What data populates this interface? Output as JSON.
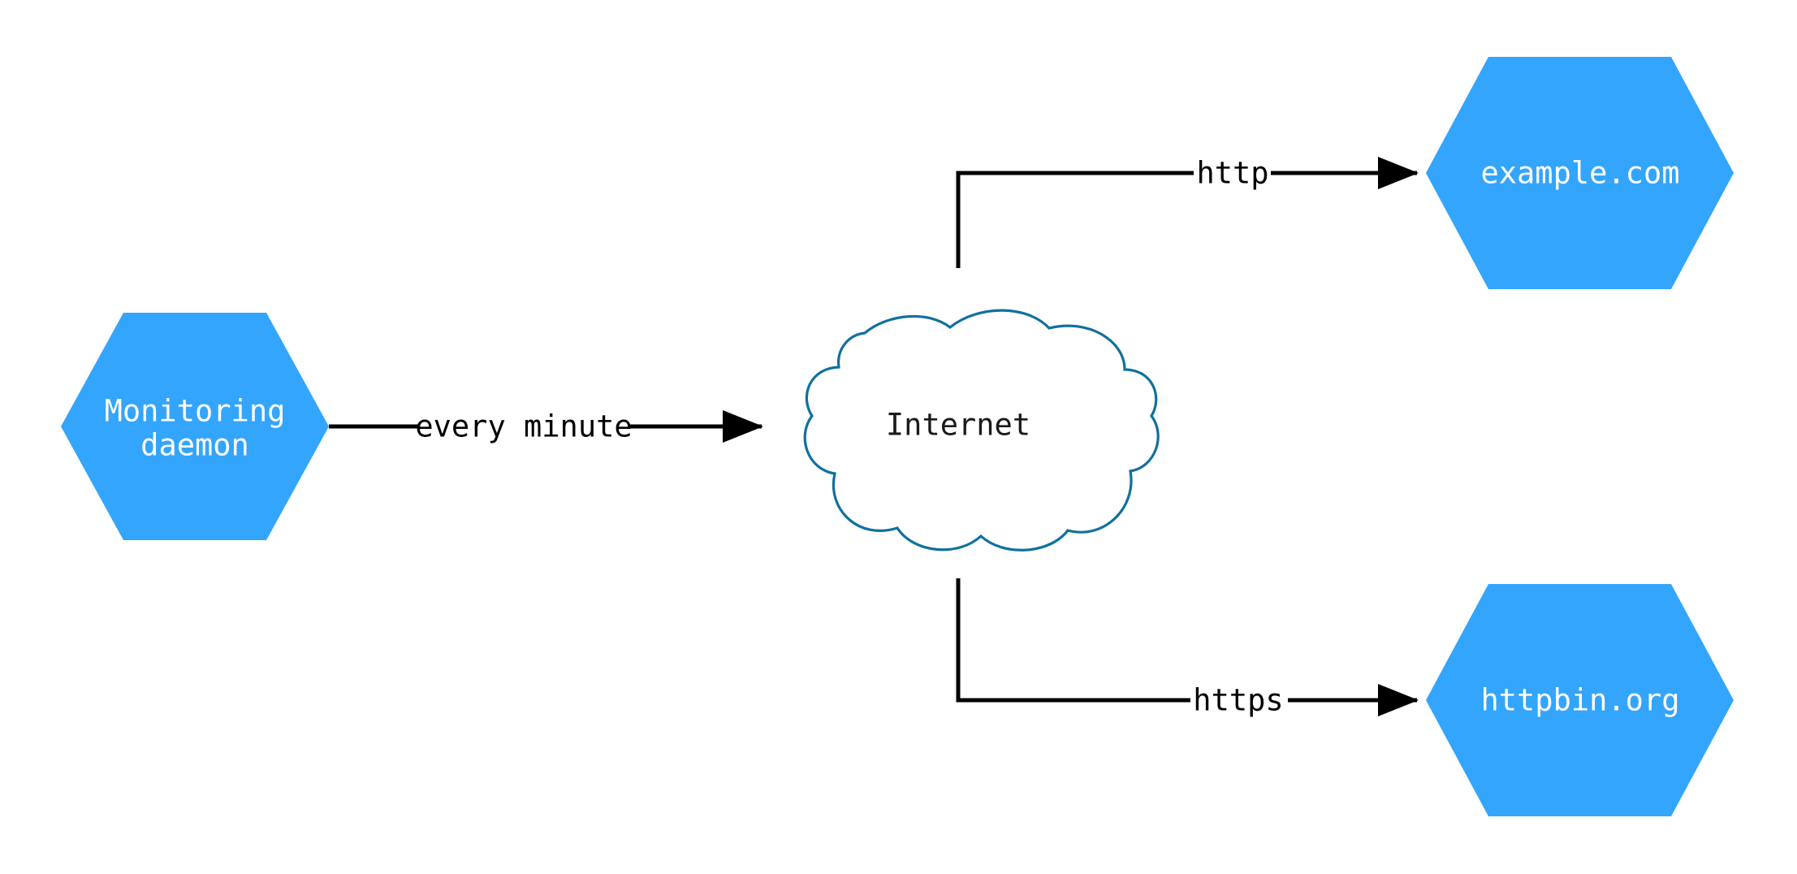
{
  "diagram": {
    "type": "network-flow-diagram",
    "background_color": "#ffffff",
    "node_fill_color": "#33a5fd",
    "node_text_color": "#ffffff",
    "cloud_stroke_color": "#10709f",
    "edge_color": "#000000",
    "nodes": [
      {
        "id": "monitoring-daemon",
        "shape": "hexagon",
        "label_line1": "Monitoring",
        "label_line2": "daemon"
      },
      {
        "id": "internet",
        "shape": "cloud",
        "label": "Internet"
      },
      {
        "id": "example-com",
        "shape": "hexagon",
        "label": "example.com"
      },
      {
        "id": "httpbin-org",
        "shape": "hexagon",
        "label": "httpbin.org"
      }
    ],
    "edges": [
      {
        "id": "daemon-to-internet",
        "from": "monitoring-daemon",
        "to": "internet",
        "label": "every minute",
        "arrow": true
      },
      {
        "id": "internet-to-example",
        "from": "internet",
        "to": "example-com",
        "label": "http",
        "arrow": true
      },
      {
        "id": "internet-to-httpbin",
        "from": "internet",
        "to": "httpbin-org",
        "label": "https",
        "arrow": true
      }
    ]
  }
}
